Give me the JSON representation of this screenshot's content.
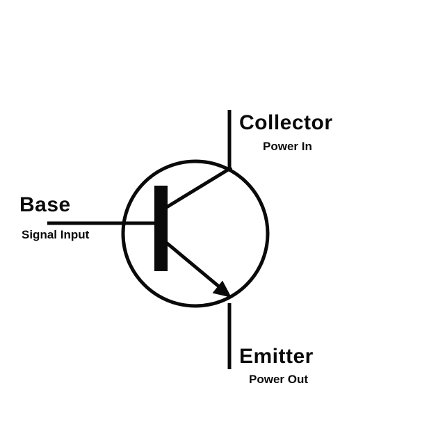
{
  "diagram": {
    "symbol": "npn-transistor-schematic",
    "terminals": {
      "collector": {
        "label": "Collector",
        "annotation": "Power In"
      },
      "base": {
        "label": "Base",
        "annotation": "Signal Input"
      },
      "emitter": {
        "label": "Emitter",
        "annotation": "Power Out"
      }
    },
    "colors": {
      "stroke": "#0a0a0a",
      "background": "#ffffff"
    }
  }
}
